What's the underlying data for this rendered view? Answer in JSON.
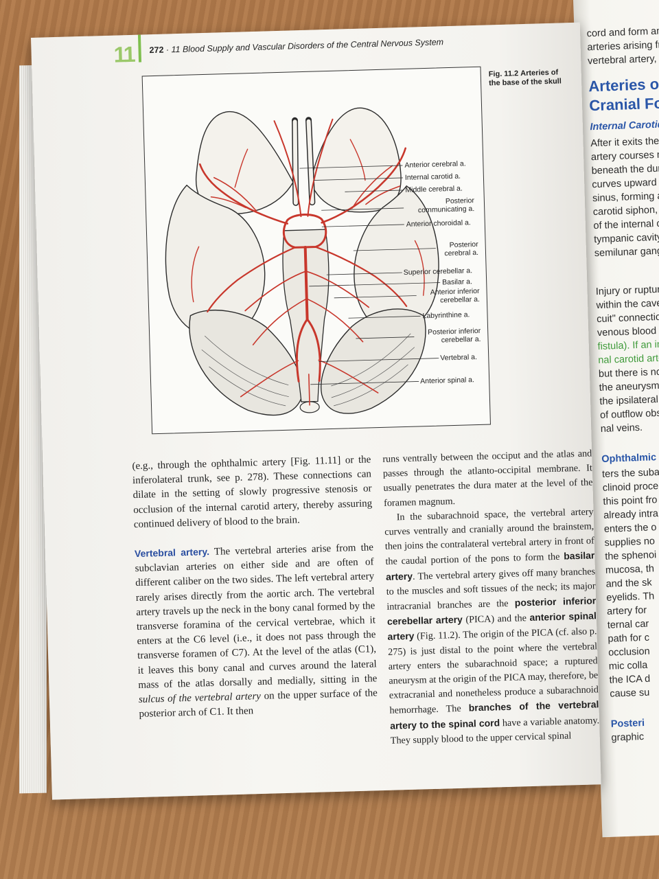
{
  "header": {
    "chapter_number": "11",
    "page_number": "272",
    "title": "11 Blood Supply and Vascular Disorders of the Central Nervous System"
  },
  "figure": {
    "number": "Fig. 11.2",
    "caption": "Arteries of the base of the skull",
    "labels": [
      "Anterior cerebral a.",
      "Internal carotid a.",
      "Middle cerebral a.",
      "Posterior communicating a.",
      "Anterior choroidal a.",
      "Posterior cerebral a.",
      "Superior cerebellar a.",
      "Basilar a.",
      "Anterior inferior cerebellar a.",
      "Labyrinthine a.",
      "Posterior inferior cerebellar a.",
      "Vertebral a.",
      "Anterior spinal a."
    ],
    "colors": {
      "artery": "#c8372c",
      "outline": "#2b2b2b"
    }
  },
  "left_column": {
    "p1": "(e.g., through the ophthalmic artery [Fig. 11.11] or the inferolateral trunk, see p. 278). These connections can dilate in the setting of slowly progressive stenosis or occlusion of the internal carotid artery, thereby assuring continued delivery of blood to the brain.",
    "p2_head": "Vertebral artery.",
    "p2_a": " The vertebral arteries arise from the subclavian arteries on either side and are often of different caliber on the two sides. The left vertebral artery rarely arises directly from the aortic arch. The vertebral artery travels up the neck in the bony canal formed by the transverse foramina of the cervical vertebrae, which it enters at the C6 level (i.e., it does not pass through the transverse foramen of C7). At the level of the atlas (C1), it leaves this bony canal and curves around the lateral mass of the atlas dorsally and medially, sitting in the ",
    "p2_italic": "sulcus of the vertebral artery",
    "p2_b": " on the upper surface of the posterior arch of C1. It then"
  },
  "right_column": {
    "p1": "runs ventrally between the occiput and the atlas and passes through the atlanto-occipital membrane. It usually penetrates the dura mater at the level of the foramen magnum.",
    "p2_a": "In the subarachnoid space, the vertebral artery curves ventrally and cranially around the brainstem, then joins the contralateral vertebral artery in front of the caudal portion of the pons to form the ",
    "p2_b1": "basilar artery",
    "p2_c": ". The vertebral artery gives off many branches to the muscles and soft tissues of the neck; its major intracranial branches are the ",
    "p2_b2": "posterior inferior cerebellar artery",
    "p2_d": " (PICA) and the ",
    "p2_b3": "anterior spinal artery",
    "p2_e": " (Fig. 11.2). The origin of the PICA (cf. also p. 275) is just distal to the point where the vertebral artery enters the subarachnoid space; a ruptured aneurysm at the origin of the PICA may, therefore, be extracranial and nonetheless produce a subarachnoid hemorrhage. The ",
    "p2_b4": "branches of the vertebral artery to the spinal cord",
    "p2_f": " have a variable anatomy. They supply blood to the upper cervical spinal"
  },
  "facing_page": {
    "lines_top": [
      "cord and form anastomo",
      "arteries arising from th",
      "vertebral artery, and wi"
    ],
    "heading1": "Arteries of the A",
    "heading2": "Cranial Fossae",
    "subheading": "Internal Carotid Art",
    "lines_mid": [
      "After it exits the caro",
      "artery courses rostr",
      "beneath the dura m",
      "curves upward and b",
      "sinus, forming a loo",
      "carotid siphon, Fig.",
      "of the internal caro",
      "tympanic cavity, th",
      "semilunar ganglio"
    ],
    "lines_low": [
      "Injury or rupture",
      "within the caver",
      "cuit\" connection",
      "venous blood",
      "fistula). If an int",
      "nal carotid arter",
      "but there is no s",
      "the aneurysm i",
      "the ipsilateral",
      "of outflow obs",
      "nal veins."
    ],
    "subheading2": "Ophthalmic a",
    "lines_bottom": [
      "ters the suba",
      "clinoid proce",
      "this point fro",
      "already intra",
      "enters the o",
      "supplies no",
      "the sphenoi",
      "mucosa, th",
      "and the sk",
      "eyelids. Th",
      "artery for",
      "ternal car",
      "path for c",
      "occlusion",
      "mic colla",
      "the ICA d",
      "cause su"
    ],
    "subheading3": "Posteri",
    "last_line": "graphic"
  }
}
